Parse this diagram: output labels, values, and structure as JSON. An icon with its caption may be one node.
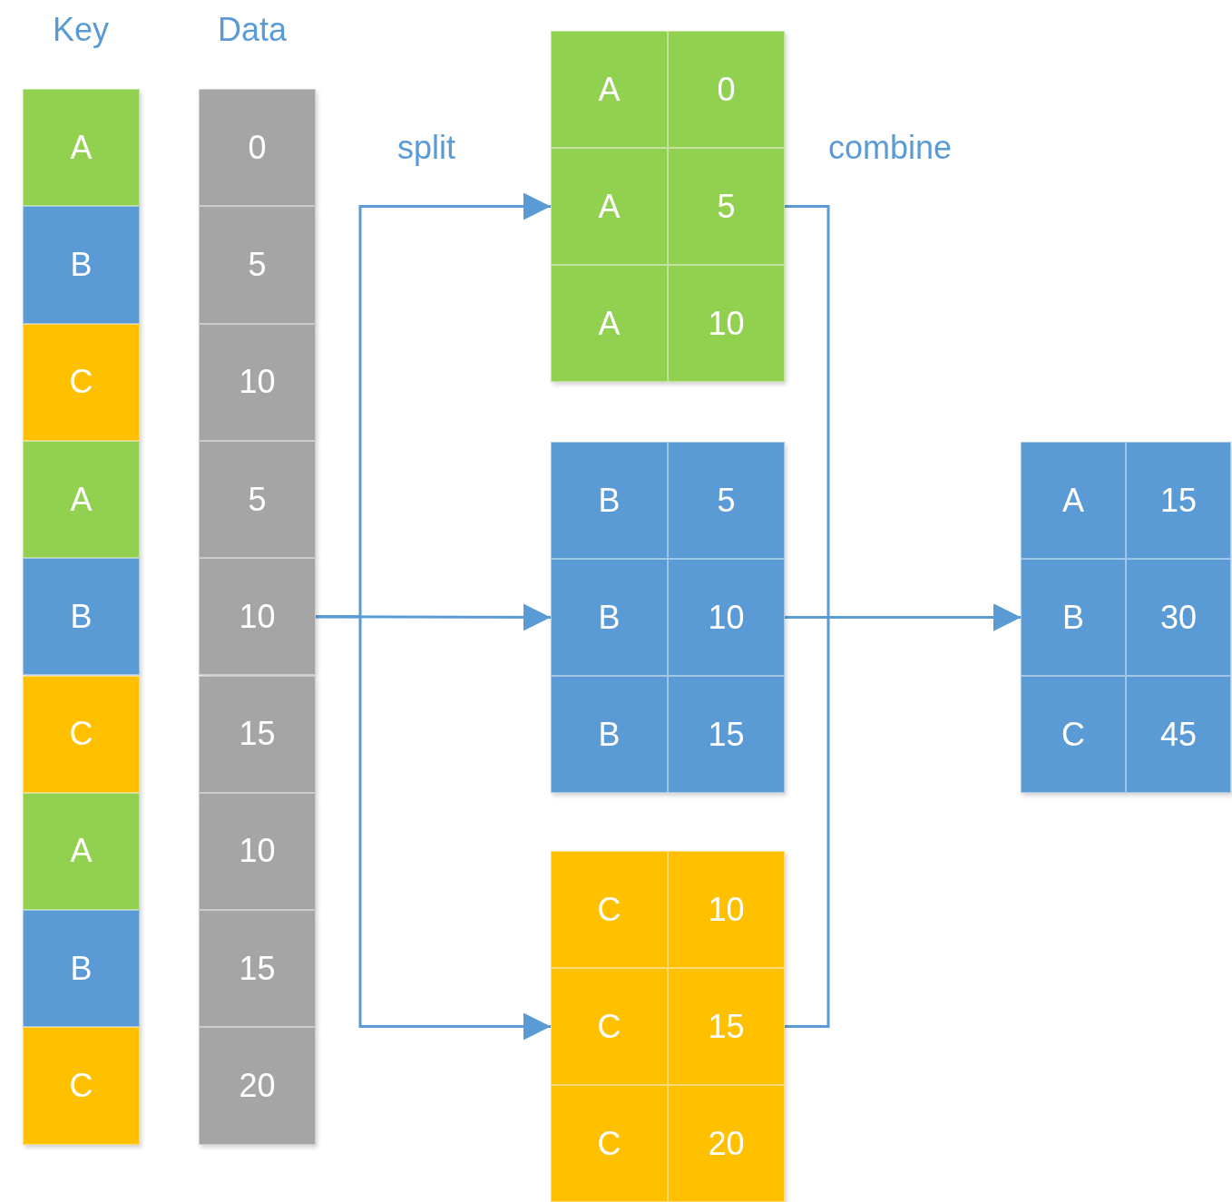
{
  "diagram": {
    "nodes": [
      {
        "text": [
          "A"
        ]
      },
      {
        "text": [
          "B"
        ]
      },
      {
        "text": [
          "C"
        ]
      },
      {
        "text": [
          "A"
        ]
      },
      {
        "text": [
          "B"
        ]
      },
      {
        "text": [
          "C"
        ]
      },
      {
        "text": [
          "A"
        ]
      },
      {
        "text": [
          "B"
        ]
      },
      {
        "text": [
          "C"
        ]
      },
      {
        "text": [
          "0"
        ]
      },
      {
        "text": [
          "5"
        ]
      },
      {
        "text": [
          "10"
        ]
      },
      {
        "text": [
          "5"
        ]
      },
      {
        "text": [
          "10"
        ]
      },
      {
        "text": [
          "15"
        ]
      },
      {
        "text": [
          "10"
        ]
      },
      {
        "text": [
          "15"
        ]
      },
      {
        "text": [
          "20"
        ]
      },
      {
        "text": [
          "A"
        ]
      },
      {
        "text": [
          "0"
        ]
      },
      {
        "text": [
          "A"
        ]
      },
      {
        "text": [
          "5"
        ]
      },
      {
        "text": [
          "A"
        ]
      },
      {
        "text": [
          "10"
        ]
      },
      {
        "text": [
          "B"
        ]
      },
      {
        "text": [
          "5"
        ]
      },
      {
        "text": [
          "B"
        ]
      },
      {
        "text": [
          "10"
        ]
      },
      {
        "text": [
          "B"
        ]
      },
      {
        "text": [
          "15"
        ]
      },
      {
        "text": [
          "C"
        ]
      },
      {
        "text": [
          "10"
        ]
      },
      {
        "text": [
          "C"
        ]
      },
      {
        "text": [
          "15"
        ]
      },
      {
        "text": [
          "C"
        ]
      },
      {
        "text": [
          "20"
        ]
      },
      {
        "text": [
          "A"
        ]
      },
      {
        "text": [
          "15"
        ]
      },
      {
        "text": [
          "B"
        ]
      },
      {
        "text": [
          "30"
        ]
      },
      {
        "text": [
          "C"
        ]
      },
      {
        "text": [
          "45"
        ]
      }
    ],
    "edges": [
      {
        "from": 13,
        "to": 20,
        "arrow": "to"
      },
      {
        "from": 13,
        "to": 26,
        "arrow": "to"
      },
      {
        "from": 13,
        "to": 32,
        "arrow": "to"
      },
      {
        "from": 21,
        "to": 38,
        "arrow": "to"
      },
      {
        "from": 27,
        "to": 38,
        "arrow": "to"
      },
      {
        "from": 33,
        "to": 38,
        "arrow": "to"
      }
    ],
    "labels": [
      "Key",
      "Data",
      "split",
      "combine"
    ]
  }
}
